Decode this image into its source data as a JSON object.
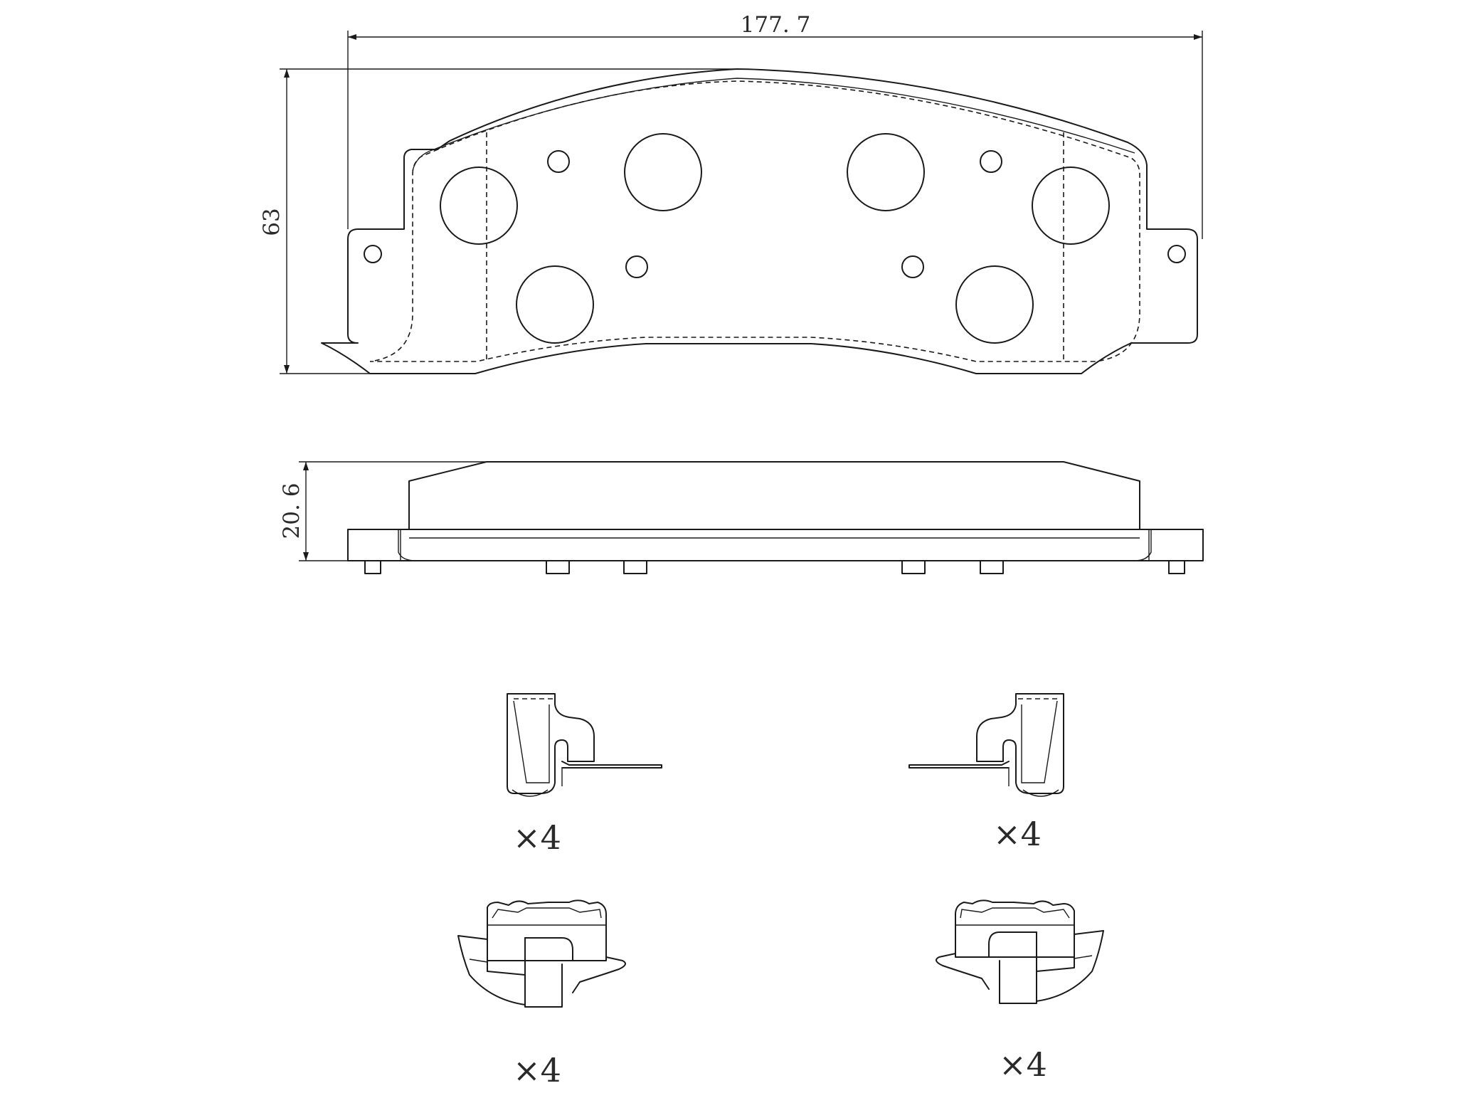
{
  "dimensions": {
    "overall_length": "177. 7",
    "height": "63",
    "thickness": "20. 6"
  },
  "hardware": {
    "clip_left_qty": "×4",
    "clip_right_qty": "×4",
    "spring_left_qty": "×4",
    "spring_right_qty": "×4"
  }
}
